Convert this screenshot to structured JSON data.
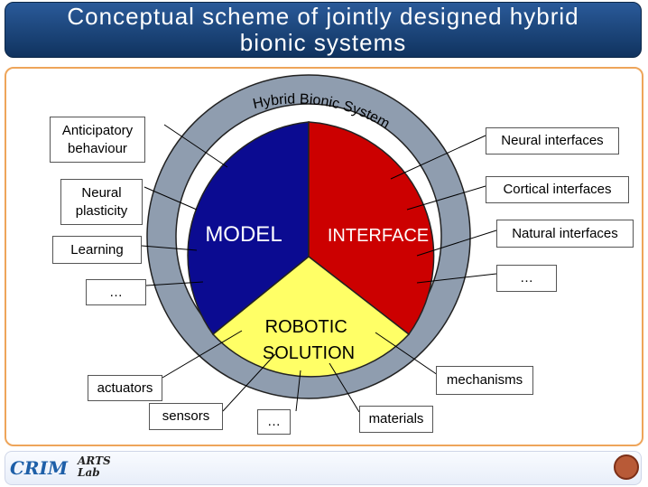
{
  "title": "Conceptual scheme of jointly designed hybrid\nbionic systems",
  "ring_text": "Hybrid Bionic System",
  "sectors": {
    "model": "MODEL",
    "interface": "INTERFACE",
    "robotic": "ROBOTIC\nSOLUTION"
  },
  "colors": {
    "title_bg": "#1a4476",
    "ring": "#8f9daf",
    "model": "#0b0b91",
    "interface": "#cc0000",
    "robotic": "#ffff66",
    "frame": "#eea55a"
  },
  "labels": {
    "anticipatory": "Anticipatory\nbehaviour",
    "neural_plasticity": "Neural\nplasticity",
    "learning": "Learning",
    "model_more": "…",
    "neural_interfaces": "Neural interfaces",
    "cortical_interfaces": "Cortical interfaces",
    "natural_interfaces": "Natural interfaces",
    "interface_more": "…",
    "actuators": "actuators",
    "sensors": "sensors",
    "robotic_more": "…",
    "materials": "materials",
    "mechanisms": "mechanisms"
  },
  "footer": {
    "logo_left": "CRIM",
    "logo_mid": "ARTS\nLab"
  }
}
